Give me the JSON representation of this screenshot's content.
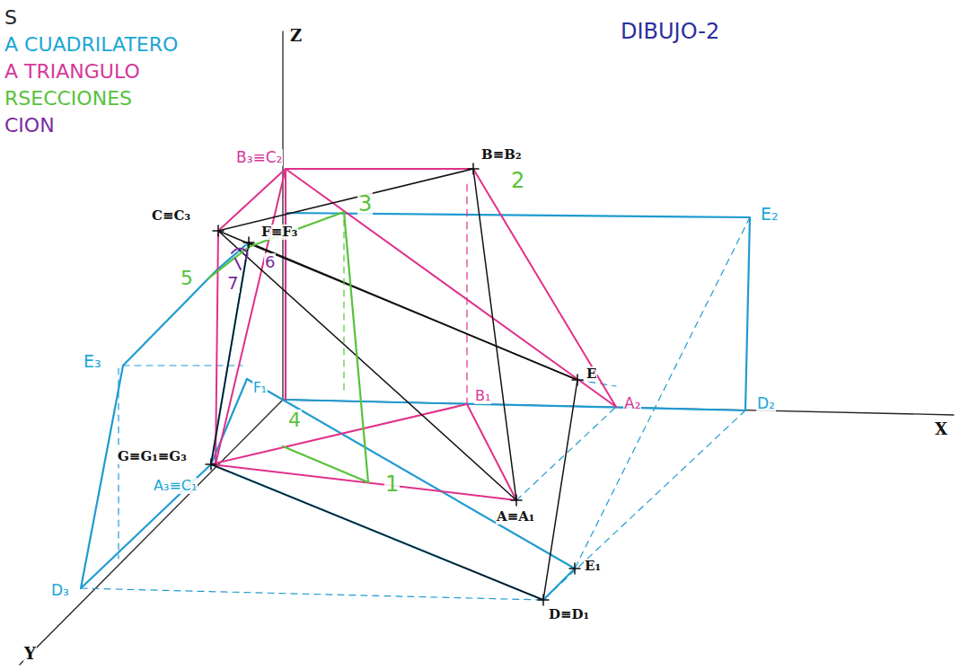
{
  "diagram": {
    "labels": [
      "S",
      "A CUADRILATERO",
      "A TRIANGULO",
      "RSECCIONES",
      "CION",
      "DIBUJO-2",
      "Z",
      "X",
      "Y",
      "B₃≡C₂",
      "B≡B₂",
      "C≡C₃",
      "F≡F₃",
      "E₂",
      "E₃",
      "F₁",
      "B₁",
      "E",
      "A₂",
      "D₂",
      "G≡G₁≡G₃",
      "A₃≡C₁",
      "A≡A₁",
      "E₁",
      "D≡D₁",
      "D₃",
      "1",
      "2",
      "3",
      "4",
      "5",
      "6",
      "7"
    ]
  }
}
